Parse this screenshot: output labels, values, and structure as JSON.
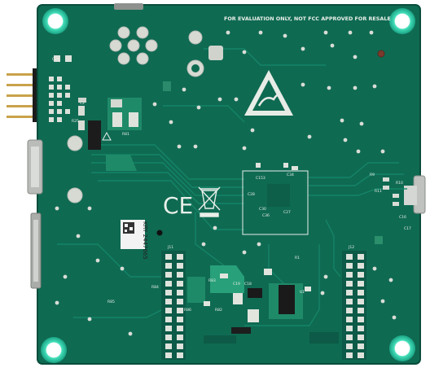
{
  "board": {
    "notice": "FOR EVALUATION ONLY, NOT FCC APPROVED FOR RESALE",
    "serial_label": "KRY 2447665",
    "ce_mark": "CE",
    "colors": {
      "board": "#0f6a52",
      "board_dark": "#0b5744",
      "trace": "#138466",
      "copper_fill": "#2c8f6c",
      "pad": "#d2d6cf",
      "silkscreen": "#e9efe9",
      "chip": "#1a1a1a",
      "mount_hole": "#36d8b2"
    }
  },
  "components": {
    "reference_designators": [
      "C23",
      "C2",
      "R25",
      "R81",
      "J11",
      "J12",
      "C153",
      "C34",
      "C28",
      "C30",
      "C36",
      "C27",
      "R83",
      "R82",
      "R84",
      "R85",
      "R86",
      "C19",
      "C18",
      "R9",
      "R11",
      "R10",
      "C16",
      "C17",
      "U1",
      "R1"
    ],
    "icons": [
      "esd-warning-icon",
      "ce-mark-icon",
      "weee-bin-icon"
    ]
  }
}
